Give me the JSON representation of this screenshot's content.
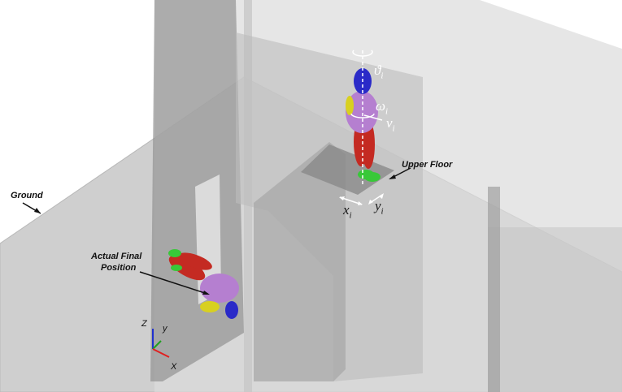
{
  "labels": {
    "ground": "Ground",
    "upper_floor": "Upper Floor",
    "actual_final_line1": "Actual Final",
    "actual_final_line2": "Position"
  },
  "symbols": {
    "theta": "ϑ",
    "omega": "ω",
    "v": "v",
    "x": "x",
    "y": "y",
    "subscript": "i"
  },
  "axes": {
    "z": "Z",
    "y": "y",
    "x": "X"
  },
  "colors": {
    "body_purple": "#b57fd0",
    "head_blue": "#2a2ac8",
    "limb_red": "#c42a22",
    "hand_yellow": "#d8d020",
    "foot_green": "#38c838",
    "axis_x": "#e02020",
    "axis_y": "#20a020",
    "axis_z": "#2030d0"
  }
}
